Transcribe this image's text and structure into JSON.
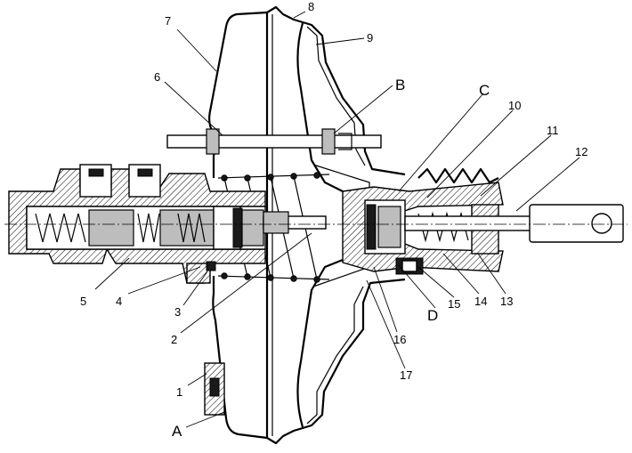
{
  "labels": {
    "n1": "1",
    "n2": "2",
    "n3": "3",
    "n4": "4",
    "n5": "5",
    "n6": "6",
    "n7": "7",
    "n8": "8",
    "n9": "9",
    "n10": "10",
    "n11": "11",
    "n12": "12",
    "n13": "13",
    "n14": "14",
    "n15": "15",
    "n16": "16",
    "n17": "17",
    "A": "A",
    "B": "B",
    "C": "C",
    "D": "D"
  }
}
